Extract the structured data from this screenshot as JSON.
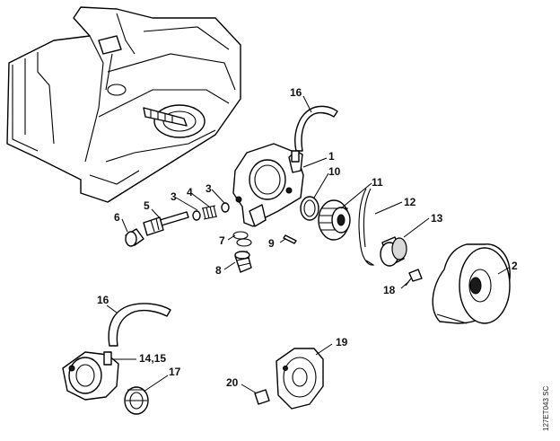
{
  "labels": {
    "l1": "1",
    "l2": "2",
    "l3a": "3",
    "l3b": "3",
    "l4": "4",
    "l5": "5",
    "l6": "6",
    "l7": "7",
    "l8": "8",
    "l9": "9",
    "l10": "10",
    "l11": "11",
    "l12": "12",
    "l13": "13",
    "l14_15": "14,15",
    "l16a": "16",
    "l16b": "16",
    "l17": "17",
    "l18": "18",
    "l19": "19",
    "l20": "20"
  },
  "reference_code": "127ET043 SC",
  "colors": {
    "ink": "#000000",
    "paper": "#ffffff"
  }
}
